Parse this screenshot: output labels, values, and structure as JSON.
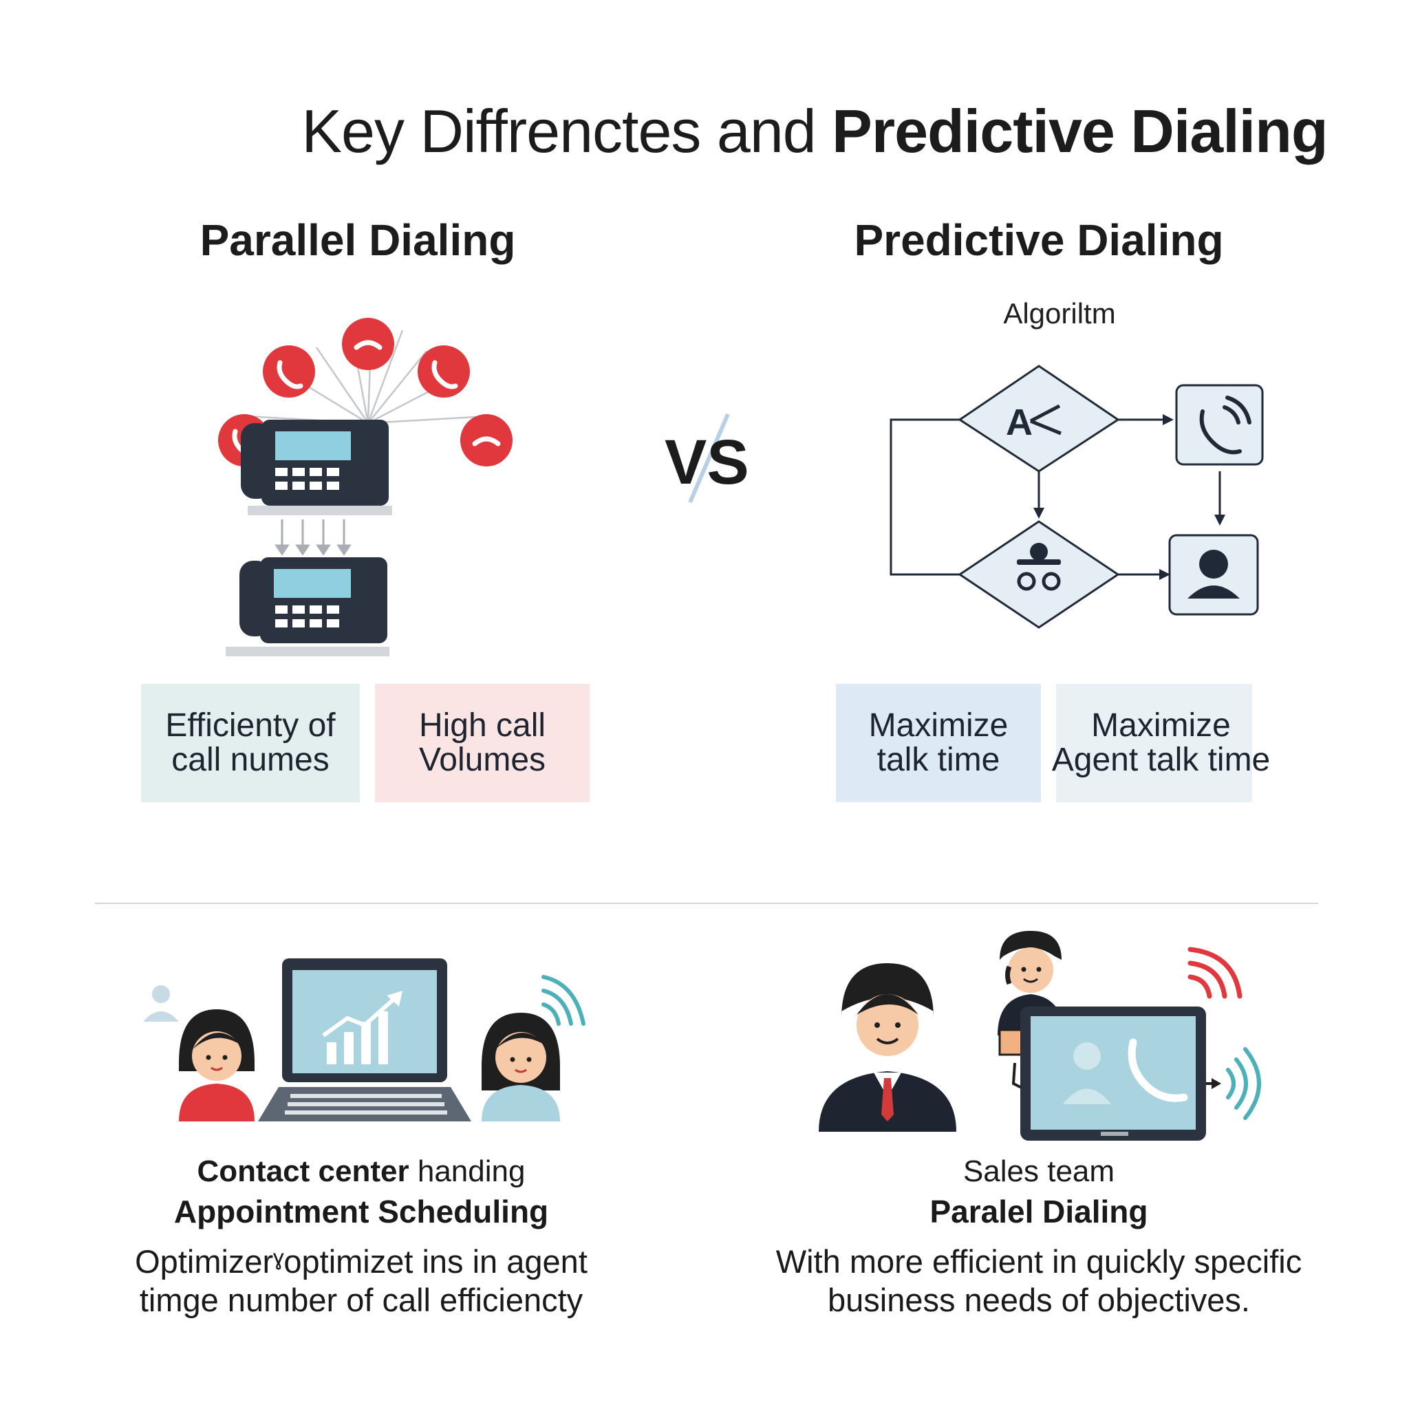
{
  "title": {
    "part1": "Key Diffrenctes and",
    "part2": "Predictive Dialing"
  },
  "vs_label": "VS",
  "left": {
    "heading": "Parallel Dialing",
    "boxes": [
      {
        "line1": "Efficienty of",
        "line2": "call numes",
        "color": "#e3eeee"
      },
      {
        "line1": "High call",
        "line2": "Volumes",
        "color": "#fbe4e4"
      }
    ],
    "caption": {
      "line1_bold": "Contact center",
      "line1_rest": "handing",
      "line2": "Appointment Scheduling",
      "line3a": "Optimizerˠoptimizet ins in agent",
      "line3b": "timge number of call efficiencty"
    }
  },
  "right": {
    "heading": "Predictive Dialing",
    "flow_label": "Algoriltm",
    "boxes": [
      {
        "line1": "Maximize",
        "line2": "talk time",
        "color": "#dde9f4"
      },
      {
        "line1": "Maximize",
        "line2": "Agent talk time",
        "color": "#e9f1f4"
      }
    ],
    "caption": {
      "line1": "Sales team",
      "line2": "Paralel Dialing",
      "line3a": "With more efficient in quickly specific",
      "line3b": "business needs of objectives."
    }
  },
  "colors": {
    "red_accent": "#e0383c",
    "dark": "#1f2937",
    "screen_blue": "#9fd0dd",
    "divider": "#d6d6d6"
  }
}
